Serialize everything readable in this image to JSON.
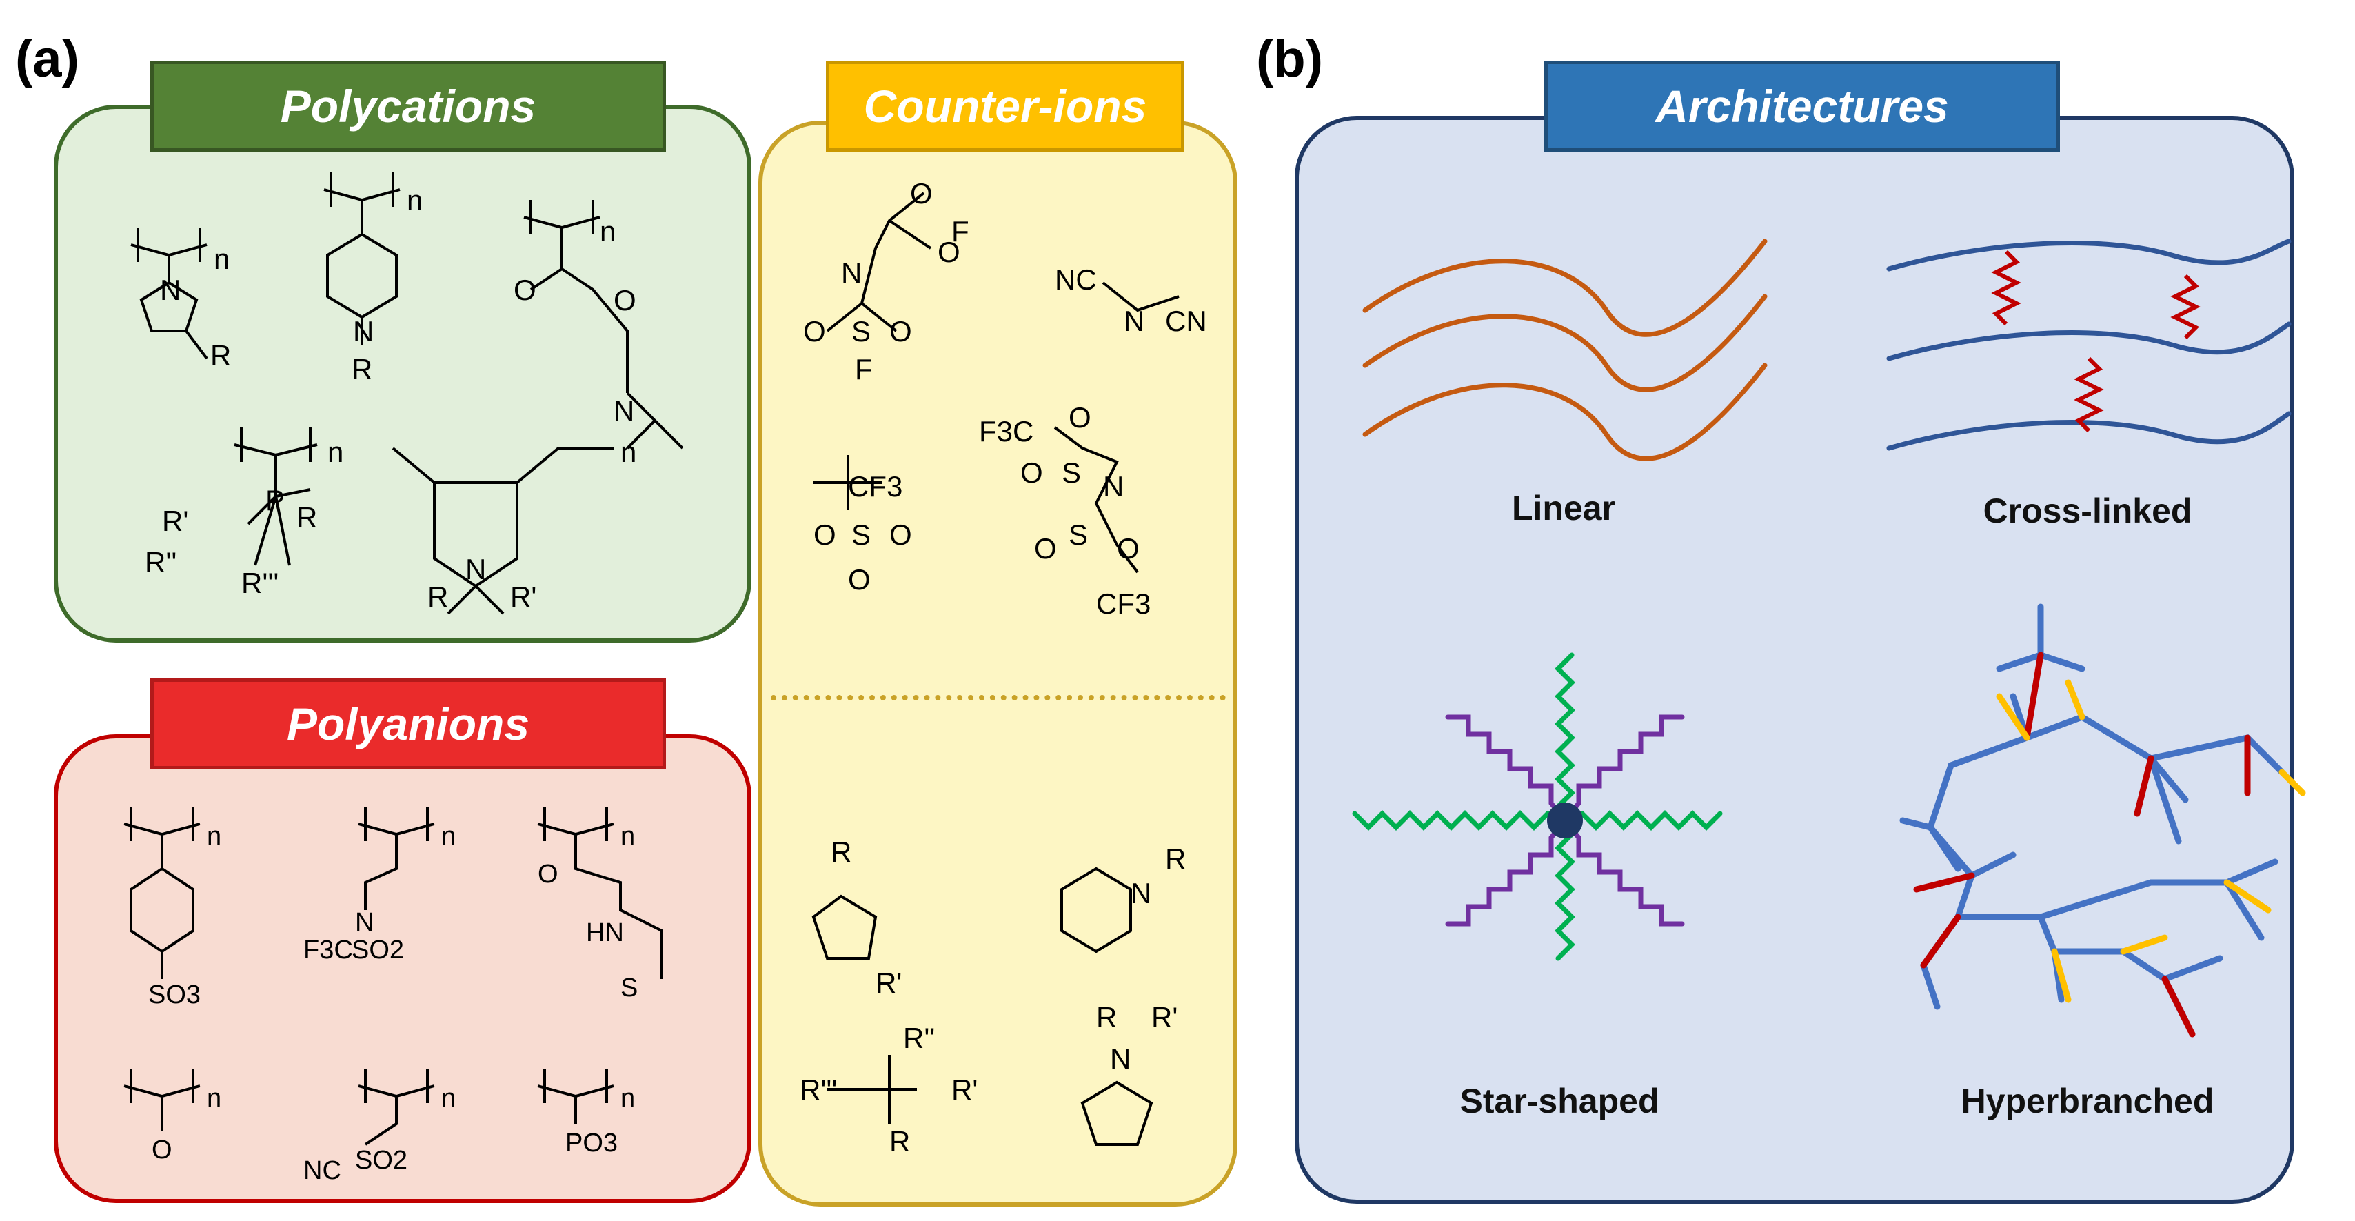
{
  "panel_a": {
    "letter": "(a)",
    "polycations": {
      "title": "Polycations",
      "colors": {
        "fill": "#e2efdb",
        "border": "#3e6b2a",
        "banner": "#548235"
      },
      "repeat_label": "n",
      "substituents": [
        "R",
        "R'",
        "R''",
        "R'''",
        "N",
        "P",
        "O"
      ]
    },
    "polyanions": {
      "title": "Polyanions",
      "colors": {
        "fill": "#f8dcd2",
        "border": "#c00000",
        "banner": "#ea2b2b"
      },
      "groups": [
        "SO3",
        "F3C",
        "SO2",
        "NC",
        "PO3",
        "HN",
        "O",
        "S"
      ]
    },
    "counter_ions": {
      "title": "Counter-ions",
      "colors": {
        "fill": "#fdf6c4",
        "border": "#c9a227",
        "banner": "#ffc000"
      },
      "anion_groups": [
        "F",
        "S",
        "N",
        "O",
        "NC",
        "CN",
        "CF3",
        "F3C"
      ],
      "cation_groups": [
        "R",
        "R'",
        "R''",
        "R'''",
        "N"
      ]
    }
  },
  "panel_b": {
    "letter": "(b)",
    "architectures": {
      "title": "Architectures",
      "colors": {
        "fill": "#d9e1f1",
        "border": "#1f3864",
        "banner": "#2e75b6"
      },
      "items": [
        {
          "label": "Linear",
          "color": "#c55a11"
        },
        {
          "label": "Cross-linked",
          "color": "#2f5597",
          "crosslink_color": "#c00000"
        },
        {
          "label": "Star-shaped",
          "arm_colors": [
            "#00b050",
            "#7030a0"
          ],
          "core_color": "#1f3864"
        },
        {
          "label": "Hyperbranched",
          "branch_colors": [
            "#4472c4",
            "#c00000",
            "#ffc000"
          ]
        }
      ]
    }
  }
}
